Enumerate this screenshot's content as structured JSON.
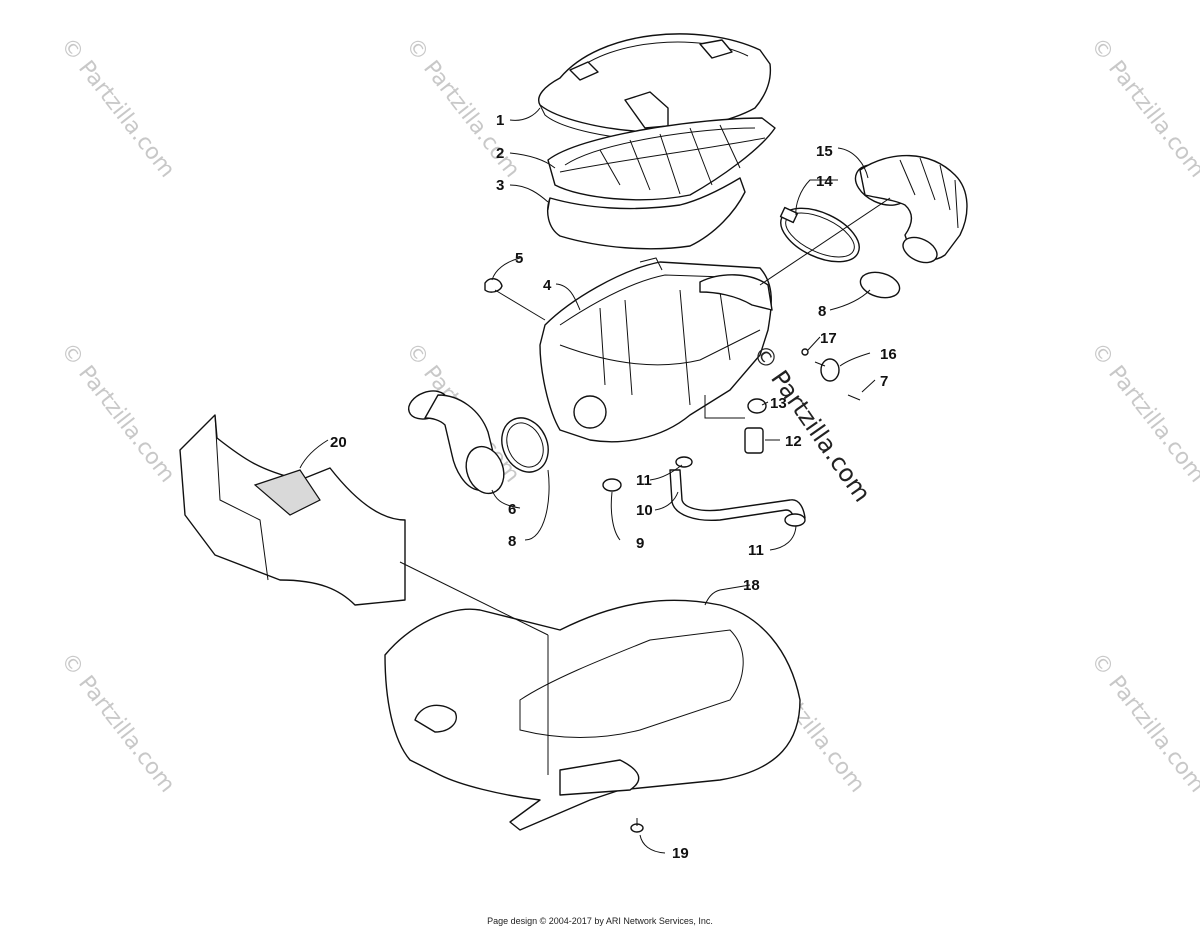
{
  "callouts": {
    "c1": "1",
    "c2": "2",
    "c3": "3",
    "c4": "4",
    "c5": "5",
    "c6": "6",
    "c7": "7",
    "c8a": "8",
    "c8b": "8",
    "c9": "9",
    "c10": "10",
    "c11a": "11",
    "c11b": "11",
    "c12": "12",
    "c13": "13",
    "c14": "14",
    "c15": "15",
    "c16": "16",
    "c17": "17",
    "c18": "18",
    "c19": "19",
    "c20": "20"
  },
  "watermark": {
    "main": "© Partzilla.com",
    "repeat": "© Partzilla.com"
  },
  "footer": "Page design © 2004-2017 by ARI Network Services, Inc."
}
